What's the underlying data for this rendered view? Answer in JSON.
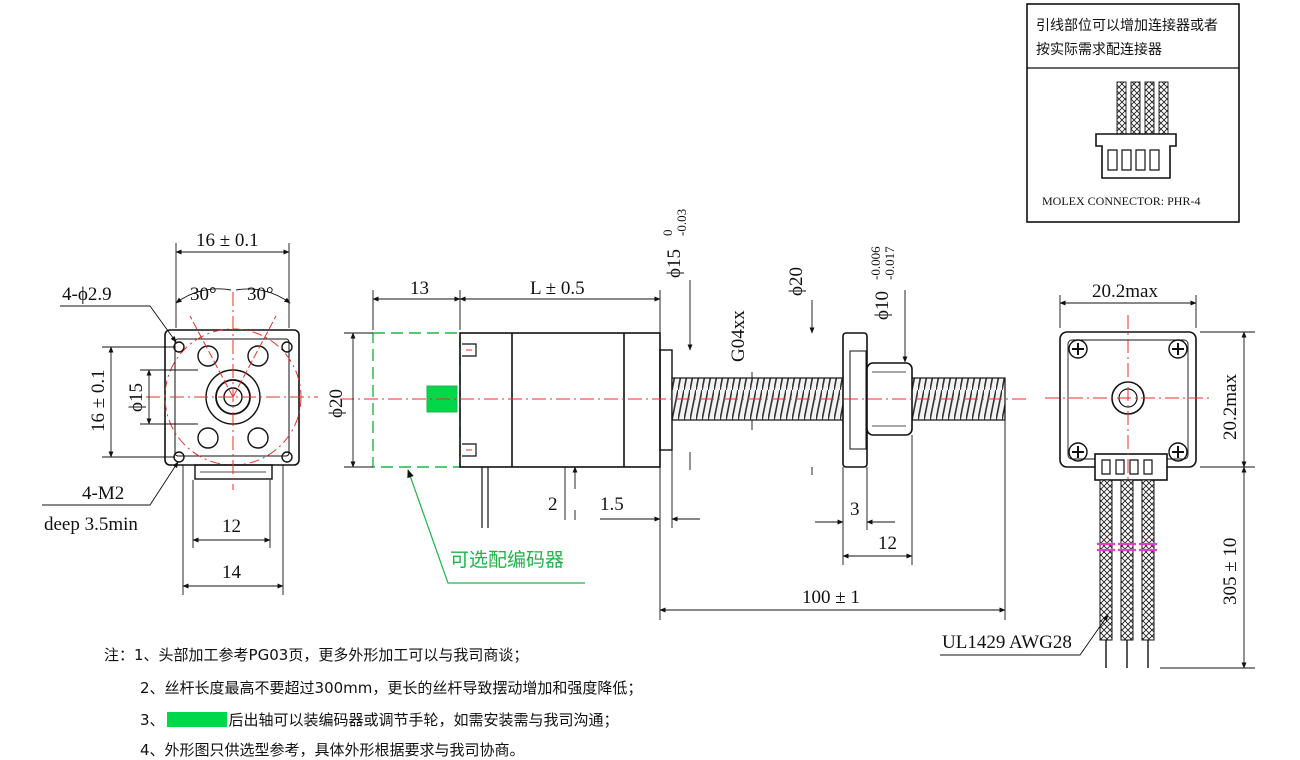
{
  "front_view": {
    "width_dim": "16 ± 0.1",
    "height_dim": "16 ± 0.1",
    "hole_dim": "4-ϕ2.9",
    "angle_left": "30°",
    "angle_right": "30°",
    "pilot_dim": "ϕ15",
    "screw_dim": "4-M2",
    "screw_depth": "deep 3.5min",
    "bottom_dim_1": "12",
    "bottom_dim_2": "14"
  },
  "side_view": {
    "encoder_len": "13",
    "body_len": "L ± 0.5",
    "body_dia": "ϕ20",
    "pilot_dia": "ϕ15",
    "pilot_tol_upper": "0",
    "pilot_tol_lower": "-0.03",
    "screw_code": "G04xx",
    "nut_flange_dia": "ϕ20",
    "nut_dia": "ϕ10",
    "nut_tol_upper": "-0.006",
    "nut_tol_lower": "-0.017",
    "dim_2": "2",
    "dim_1_5": "1.5",
    "dim_3": "3",
    "dim_12": "12",
    "screw_len": "100 ± 1",
    "encoder_label": "可选配编码器"
  },
  "rear_view": {
    "width_dim": "20.2max",
    "height_dim": "20.2max",
    "lead_len": "305 ± 10",
    "wire_spec": "UL1429  AWG28"
  },
  "connector_box": {
    "text_line1": "引线部位可以增加连接器或者",
    "text_line2": "按实际需求配连接器",
    "connector_label": "MOLEX CONNECTOR: PHR-4"
  },
  "notes": {
    "prefix": "注：",
    "n1": "1、头部加工参考PG03页，更多外形加工可以与我司商谈；",
    "n2": "2、丝杆长度最高不要超过300mm，更长的丝杆导致摆动增加和强度降低；",
    "n3_num": "3、",
    "n3_text": "后出轴可以装编码器或调节手轮，如需安装需与我司沟通；",
    "n4": "4、外形图只供选型参考，具体外形根据要求与我司协商。"
  },
  "colors": {
    "line": "#111111",
    "center": "#e0312d",
    "encoder": "#22b24c",
    "encoder_fill": "#00d84a",
    "marker": "#e040c8"
  }
}
